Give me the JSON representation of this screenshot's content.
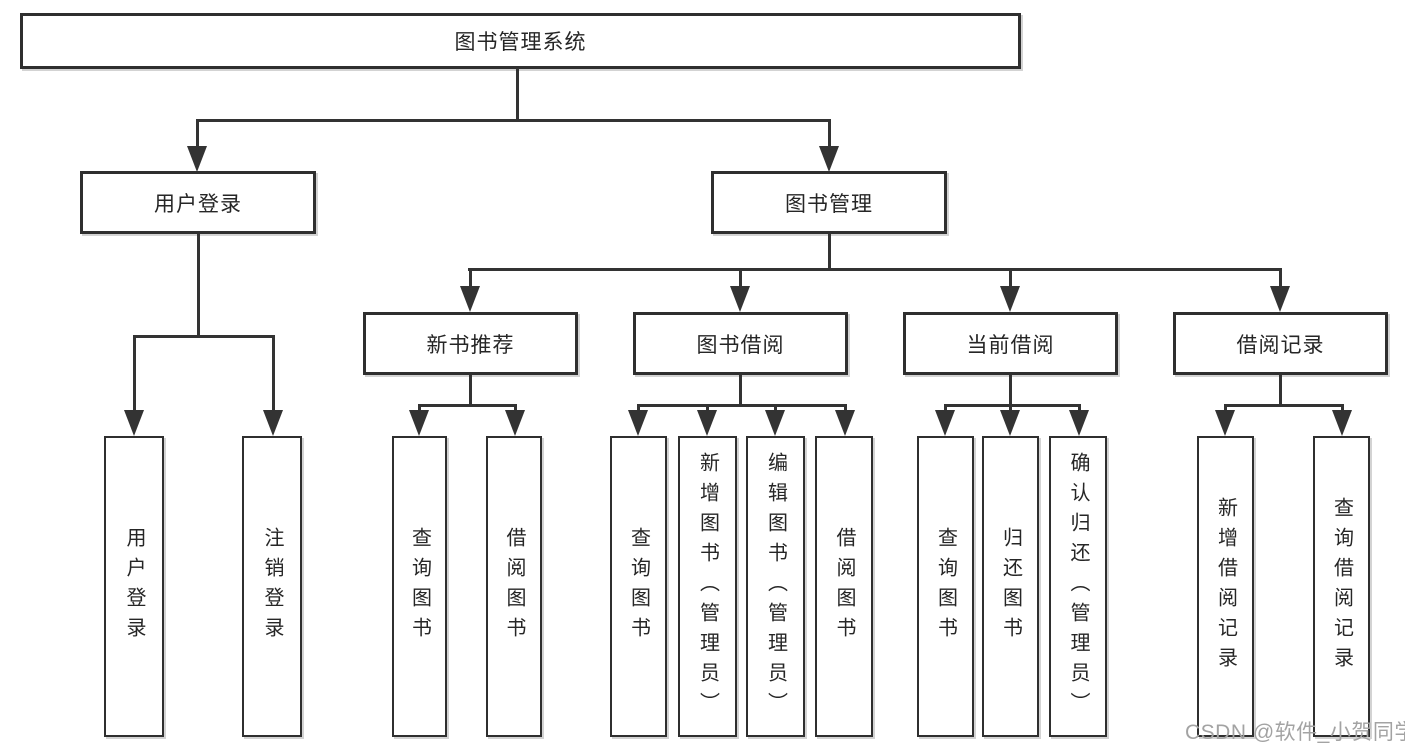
{
  "diagram": {
    "type": "hierarchy-tree",
    "colors": {
      "background": "#ffffff",
      "box_border": "#2f2f2f",
      "box_fill": "#ffffff",
      "line": "#333333",
      "text": "#262626",
      "watermark": "#a3a3a3"
    },
    "nodes": {
      "root": "图书管理系统",
      "user_login": "用户登录",
      "book_management": "图书管理",
      "new_book_rec": "新书推荐",
      "book_borrowing": "图书借阅",
      "current_borrowing": "当前借阅",
      "borrowing_records": "借阅记录",
      "ul_user_login": "用户登录",
      "ul_logout": "注销登录",
      "nr_query_books": "查询图书",
      "nr_borrow_books": "借阅图书",
      "bb_query_books": "查询图书",
      "bb_add_books": "新增图书（管理员）",
      "bb_edit_books": "编辑图书（管理员）",
      "bb_borrow_books": "借阅图书",
      "cb_query_books": "查询图书",
      "cb_return_books": "归还图书",
      "cb_confirm_return": "确认归还（管理员）",
      "br_add_record": "新增借阅记录",
      "br_query_record": "查询借阅记录"
    },
    "edges": [
      {
        "from": "root",
        "to": "user_login"
      },
      {
        "from": "root",
        "to": "book_management"
      },
      {
        "from": "user_login",
        "to": "ul_user_login"
      },
      {
        "from": "user_login",
        "to": "ul_logout"
      },
      {
        "from": "book_management",
        "to": "new_book_rec"
      },
      {
        "from": "book_management",
        "to": "book_borrowing"
      },
      {
        "from": "book_management",
        "to": "current_borrowing"
      },
      {
        "from": "book_management",
        "to": "borrowing_records"
      },
      {
        "from": "new_book_rec",
        "to": "nr_query_books"
      },
      {
        "from": "new_book_rec",
        "to": "nr_borrow_books"
      },
      {
        "from": "book_borrowing",
        "to": "bb_query_books"
      },
      {
        "from": "book_borrowing",
        "to": "bb_add_books"
      },
      {
        "from": "book_borrowing",
        "to": "bb_edit_books"
      },
      {
        "from": "book_borrowing",
        "to": "bb_borrow_books"
      },
      {
        "from": "current_borrowing",
        "to": "cb_query_books"
      },
      {
        "from": "current_borrowing",
        "to": "cb_return_books"
      },
      {
        "from": "current_borrowing",
        "to": "cb_confirm_return"
      },
      {
        "from": "borrowing_records",
        "to": "br_add_record"
      },
      {
        "from": "borrowing_records",
        "to": "br_query_record"
      }
    ],
    "watermark": "CSDN @软件_小贺同学"
  }
}
